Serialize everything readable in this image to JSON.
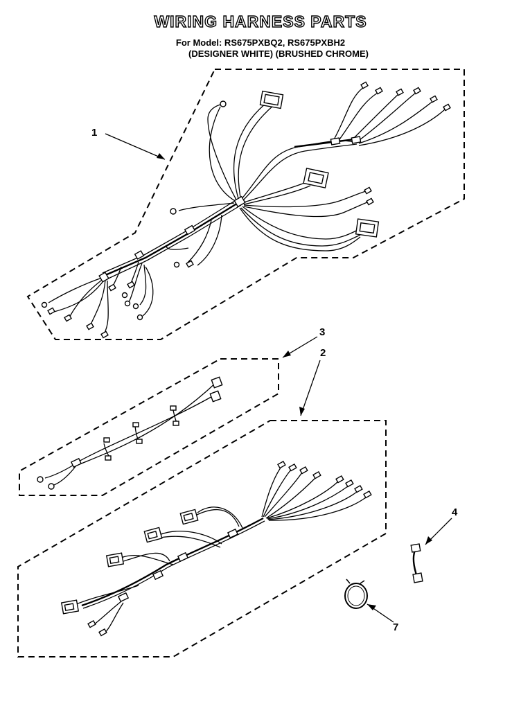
{
  "header": {
    "title": "WIRING HARNESS PARTS",
    "models": "For Model: RS675PXBQ2, RS675PXBH2",
    "finishes": "(DESIGNER WHITE) (BRUSHED CHROME)"
  },
  "callouts": {
    "p1": "1",
    "p2": "2",
    "p3": "3",
    "p4": "4",
    "p7": "7"
  }
}
